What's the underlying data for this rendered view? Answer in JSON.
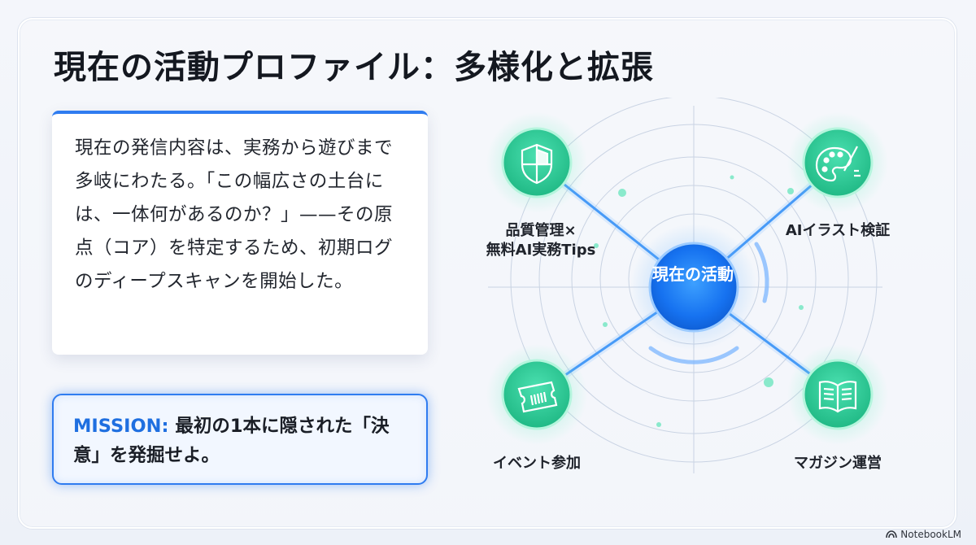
{
  "slide": {
    "title": "現在の活動プロファイル：多様化と拡張",
    "intro_text": "現在の発信内容は、実務から遊びまで多岐にわたる。「この幅広さの土台には、一体何があるのか？」——その原点（コア）を特定するため、初期ログのディープスキャンを開始した。",
    "mission_label": "MISSION:",
    "mission_text": " 最初の1本に隠された「決意」を発掘せよ。"
  },
  "diagram": {
    "center_label": "現在の活動",
    "nodes": [
      {
        "label": "品質管理×\n無料AI実務Tips",
        "icon": "shield-icon"
      },
      {
        "label": "AIイラスト検証",
        "icon": "palette-brush-icon"
      },
      {
        "label": "イベント参加",
        "icon": "ticket-icon"
      },
      {
        "label": "マガジン運営",
        "icon": "book-icon"
      }
    ],
    "colors": {
      "node_green": "#2fcf9a",
      "center_blue": "#1b7cf5",
      "accent_blue": "#2f7cf0"
    }
  },
  "footer": {
    "brand": "NotebookLM"
  }
}
